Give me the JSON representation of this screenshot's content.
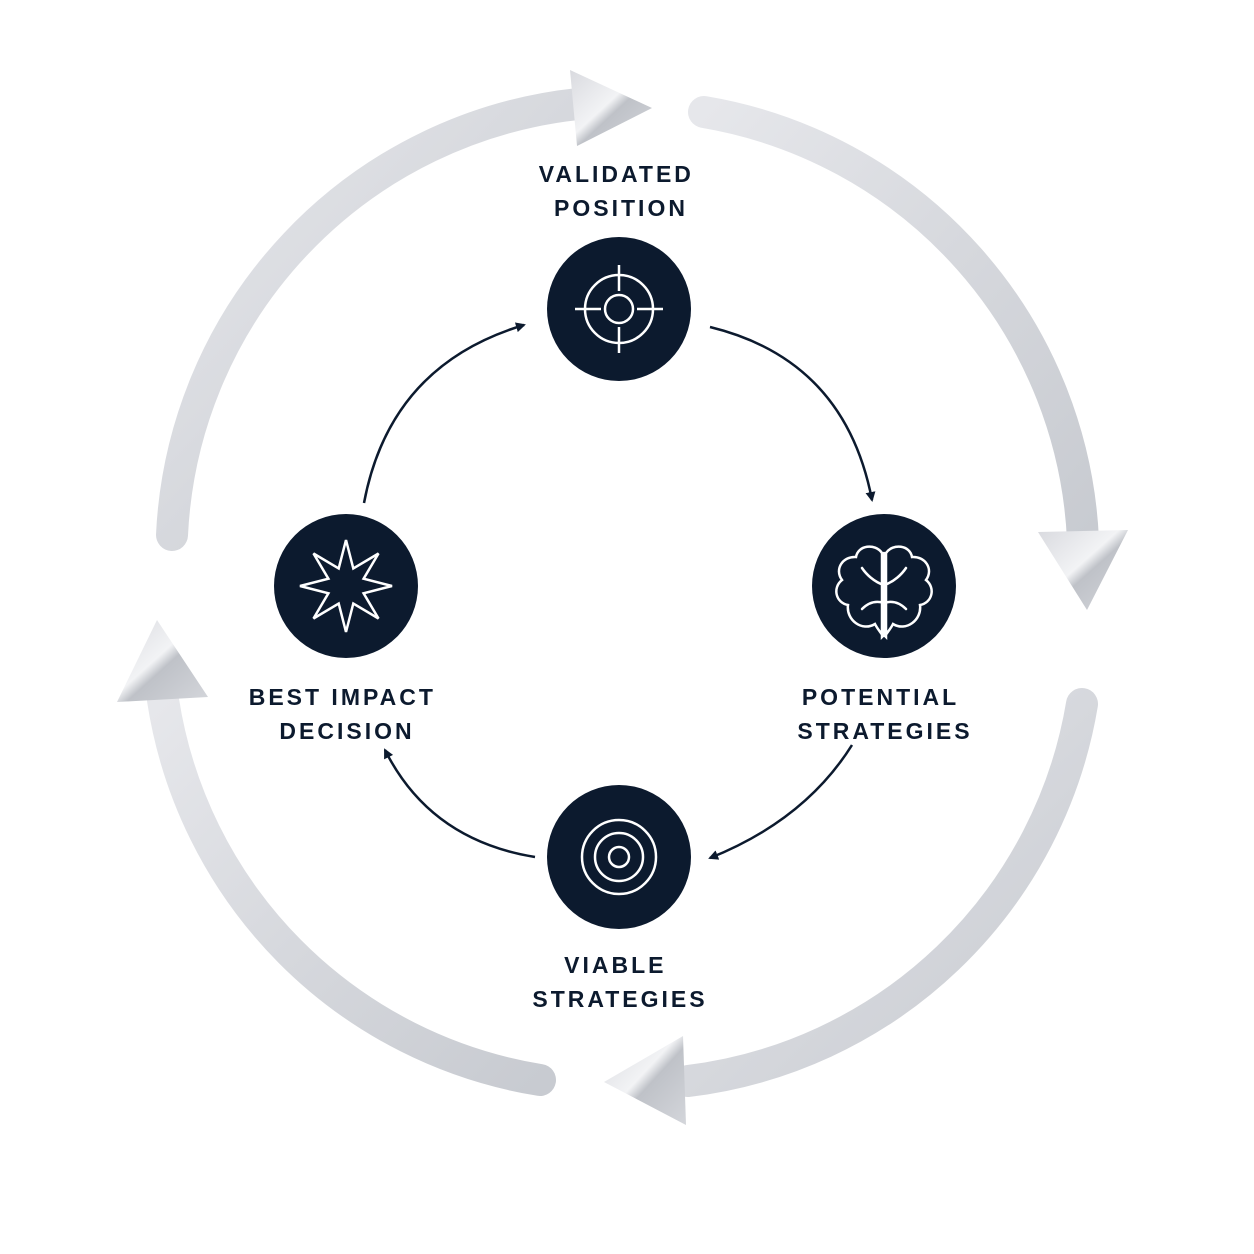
{
  "colors": {
    "node_fill": "#0c1a2e",
    "icon_stroke": "#ffffff",
    "inner_arrow": "#0c1a2e",
    "outer_ring_light": "#e3e4e8",
    "outer_ring_dark": "#c4c7cd",
    "label": "#0c1a2e"
  },
  "nodes": {
    "validated_position": {
      "line1": "VALIDATED",
      "line2": "POSITION",
      "icon": "crosshair-icon"
    },
    "potential_strategies": {
      "line1": "POTENTIAL",
      "line2": "STRATEGIES",
      "icon": "brain-icon"
    },
    "viable_strategies": {
      "line1": "VIABLE",
      "line2": "STRATEGIES",
      "icon": "target-rings-icon"
    },
    "best_impact_decision": {
      "line1": "BEST IMPACT",
      "line2": "DECISION",
      "icon": "starburst-icon"
    }
  },
  "cycle_order": [
    "validated_position",
    "potential_strategies",
    "viable_strategies",
    "best_impact_decision"
  ],
  "outer_cycle_direction": "clockwise"
}
